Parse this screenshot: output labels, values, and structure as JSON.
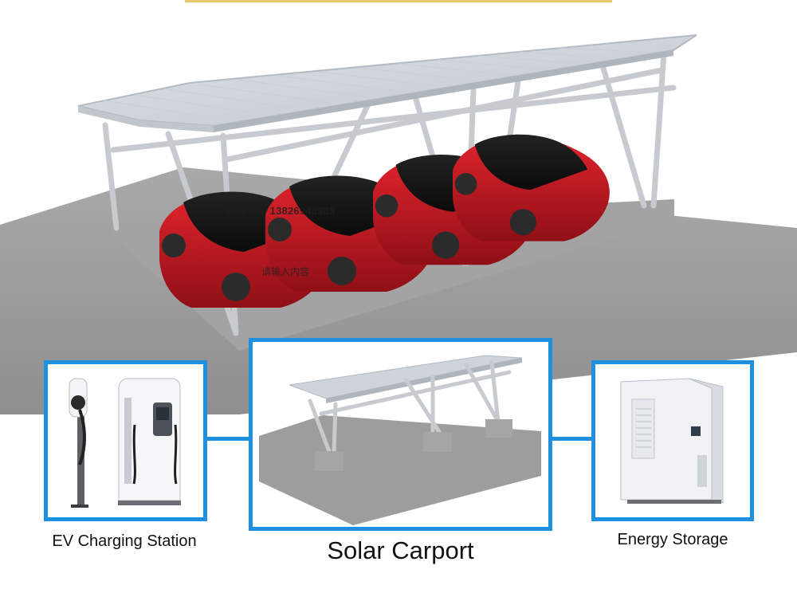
{
  "watermark": {
    "text": "WAP+86 13826948985",
    "cn_text": "请输入内容"
  },
  "panels": {
    "left": {
      "caption": "EV Charging Station"
    },
    "middle": {
      "caption": "Solar Carport"
    },
    "right": {
      "caption": "Energy Storage"
    }
  },
  "colors": {
    "frame": "#1f8fe0",
    "car_red": "#c4141f",
    "ground": "#8e8e8e",
    "panel_top": "#d8dbe0",
    "steel": "#c7cbd0"
  },
  "icons": [
    "solar-carport-hero-illustration",
    "ev-charger-pillar-icon",
    "ev-charging-cabinet-icon",
    "solar-carport-mini-icon",
    "energy-storage-cabinet-icon"
  ]
}
